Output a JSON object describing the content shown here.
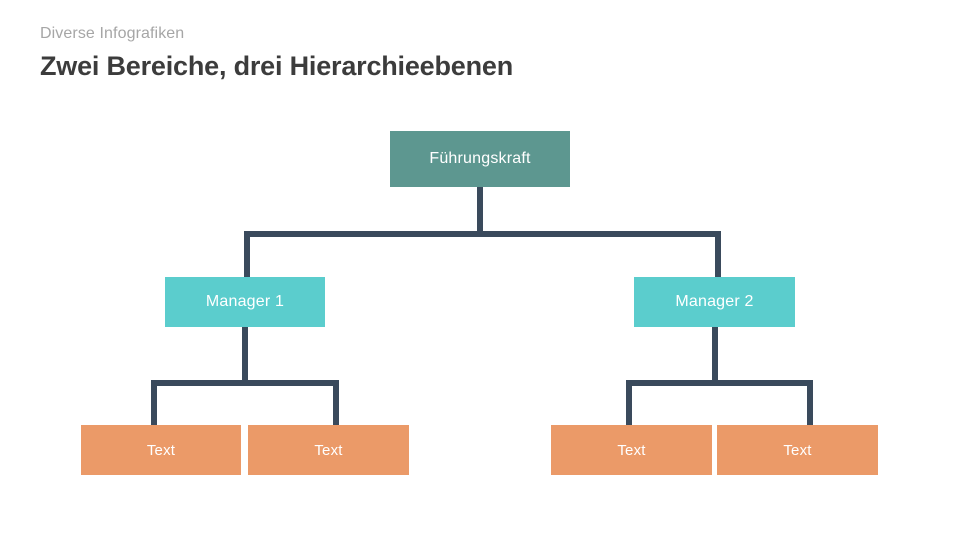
{
  "header": {
    "eyebrow": "Diverse Infografiken",
    "title": "Zwei Bereiche, drei Hierarchieebenen"
  },
  "colors": {
    "executive": "#5d9790",
    "manager": "#5bcdcd",
    "leaf": "#eb9a68",
    "connector": "#3a4a5c",
    "title_text": "#3c3c3c",
    "eyebrow_text": "#a6a6a6",
    "node_text": "#ffffff",
    "background": "#ffffff"
  },
  "chart_data": {
    "type": "diagram",
    "diagram_type": "organizational-hierarchy-tree",
    "title": "Zwei Bereiche, drei Hierarchieebenen",
    "levels": 3,
    "branches": 2,
    "orientation": "top-down",
    "nodes": [
      {
        "id": "exec",
        "label": "Führungskraft",
        "level": 1,
        "color": "#5d9790"
      },
      {
        "id": "mgr1",
        "label": "Manager 1",
        "level": 2,
        "color": "#5bcdcd"
      },
      {
        "id": "mgr2",
        "label": "Manager 2",
        "level": 2,
        "color": "#5bcdcd"
      },
      {
        "id": "leaf1",
        "label": "Text",
        "level": 3,
        "color": "#eb9a68"
      },
      {
        "id": "leaf2",
        "label": "Text",
        "level": 3,
        "color": "#eb9a68"
      },
      {
        "id": "leaf3",
        "label": "Text",
        "level": 3,
        "color": "#eb9a68"
      },
      {
        "id": "leaf4",
        "label": "Text",
        "level": 3,
        "color": "#eb9a68"
      }
    ],
    "edges": [
      {
        "from": "exec",
        "to": "mgr1"
      },
      {
        "from": "exec",
        "to": "mgr2"
      },
      {
        "from": "mgr1",
        "to": "leaf1"
      },
      {
        "from": "mgr1",
        "to": "leaf2"
      },
      {
        "from": "mgr2",
        "to": "leaf3"
      },
      {
        "from": "mgr2",
        "to": "leaf4"
      }
    ]
  }
}
